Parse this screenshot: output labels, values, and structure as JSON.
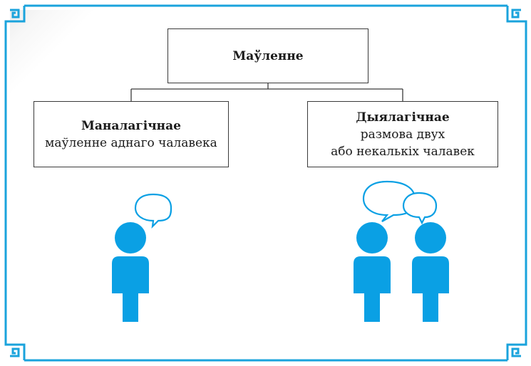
{
  "diagram": {
    "root": {
      "label": "Маўленне"
    },
    "children": [
      {
        "title": "Маналагічнае",
        "description": [
          "маўленне аднаго чалавека"
        ]
      },
      {
        "title": "Дыялагічнае",
        "description": [
          "размова двух",
          "або некалькіх чалавек"
        ]
      }
    ]
  },
  "colors": {
    "frame": "#1aa3dc",
    "figure": "#0aa0e4",
    "box_border": "#3a3a3a"
  },
  "icons": [
    "person-icon",
    "speech-bubble-icon"
  ]
}
